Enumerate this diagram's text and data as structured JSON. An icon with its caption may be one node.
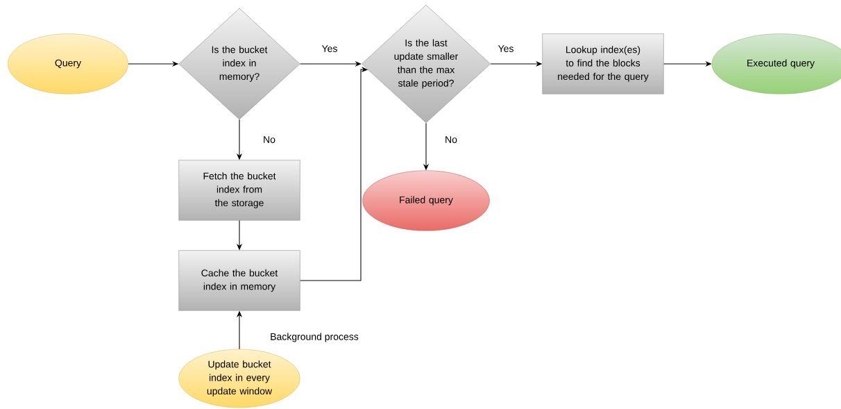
{
  "diagram": {
    "nodes": [
      {
        "text": [
          "Query"
        ]
      },
      {
        "text": [
          "Is the bucket index in memory?"
        ]
      },
      {
        "text": [
          "Is the last update smaller than the max stale period?"
        ]
      },
      {
        "text": [
          "Lookup index(es) to find the blocks needed for the query"
        ]
      },
      {
        "text": [
          "Executed query"
        ]
      },
      {
        "text": [
          "Fetch the bucket index from the storage"
        ]
      },
      {
        "text": [
          "Failed query"
        ]
      },
      {
        "text": [
          "Cache the bucket index in memory"
        ]
      },
      {
        "text": [
          "Update bucket index in every update window"
        ]
      }
    ],
    "edges": [
      {
        "from": 0,
        "to": 1,
        "arrow": "to"
      },
      {
        "from": 1,
        "to": 2,
        "arrow": "to",
        "label": "Yes"
      },
      {
        "from": 2,
        "to": 3,
        "arrow": "to",
        "label": "Yes"
      },
      {
        "from": 3,
        "to": 4,
        "arrow": "to"
      },
      {
        "from": 1,
        "to": 5,
        "arrow": "to",
        "label": "No"
      },
      {
        "from": 2,
        "to": 6,
        "arrow": "to",
        "label": "No"
      },
      {
        "from": 5,
        "to": 7,
        "arrow": "to"
      },
      {
        "from": 7,
        "to": 2,
        "arrow": "to"
      },
      {
        "from": 8,
        "to": 7,
        "arrow": "to",
        "label": "Background process"
      }
    ]
  }
}
